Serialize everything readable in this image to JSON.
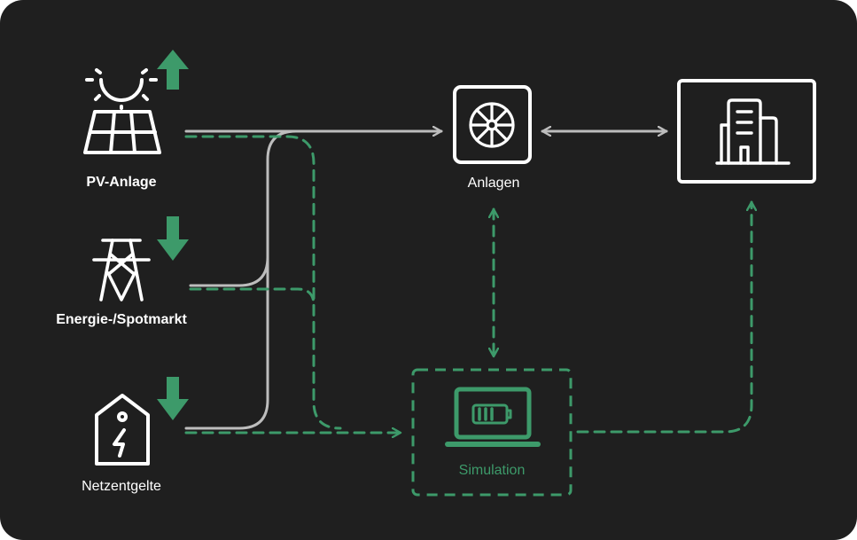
{
  "sources": [
    {
      "name": "PV-Anlage",
      "arrow": "up",
      "icon": "solar-panel-icon"
    },
    {
      "name": "Energie-/Spotmarkt",
      "arrow": "down",
      "icon": "power-tower-icon"
    },
    {
      "name": "Netzentgelte",
      "arrow": "down",
      "icon": "price-tag-icon"
    }
  ],
  "nodes": {
    "plants": {
      "label": "Anlagen",
      "icon": "wheel-icon"
    },
    "building": {
      "label": "",
      "icon": "building-icon"
    },
    "simulation": {
      "label": "Simulation",
      "icon": "laptop-battery-icon"
    }
  },
  "colors": {
    "background": "#1f1f1f",
    "line": "#bdbdbd",
    "accent": "#3d9a6a",
    "text": "#ffffff"
  }
}
